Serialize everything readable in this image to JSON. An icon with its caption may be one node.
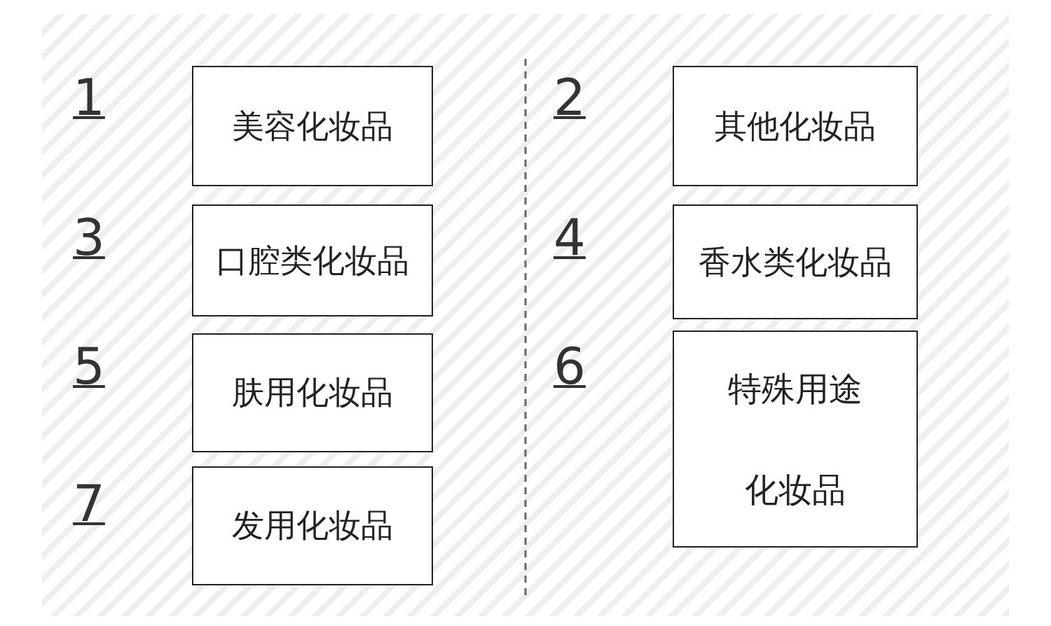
{
  "diagram": {
    "nodes": [
      {
        "text": [
          "美容化妆品"
        ]
      },
      {
        "text": [
          "其他化妆品"
        ]
      },
      {
        "text": [
          "口腔类化妆品"
        ]
      },
      {
        "text": [
          "香水类化妆品"
        ]
      },
      {
        "text": [
          "肤用化妆品"
        ]
      },
      {
        "text": [
          "特殊用途化妆品"
        ]
      },
      {
        "text": [
          "发用化妆品"
        ]
      }
    ],
    "labels": [
      "1",
      "2",
      "3",
      "4",
      "5",
      "6",
      "7"
    ]
  }
}
